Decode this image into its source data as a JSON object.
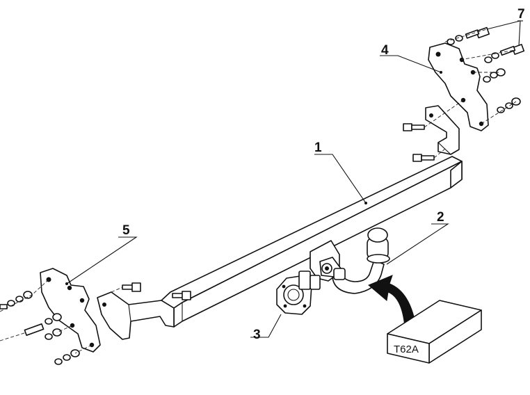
{
  "callouts": {
    "c1": "1",
    "c2": "2",
    "c3": "3",
    "c4": "4",
    "c5": "5",
    "c7": "7"
  },
  "box_label": "T62A"
}
